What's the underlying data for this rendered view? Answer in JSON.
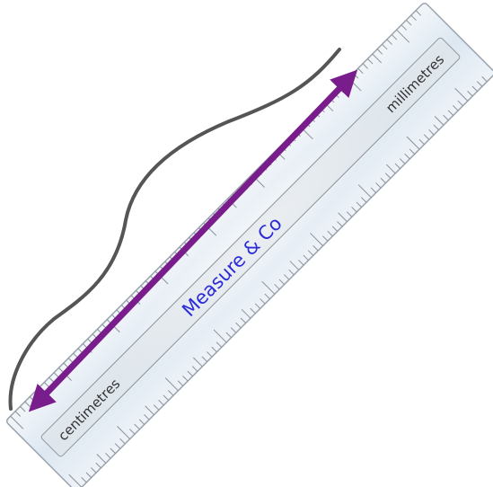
{
  "ruler": {
    "brand": "Measure & Co",
    "left_unit": "centimetres",
    "right_unit": "millimetres"
  },
  "colors": {
    "arrow": "#7a1d8c",
    "brand_text": "#2a2ad8",
    "curve": "#555555",
    "ruler_body": "#e4ecf4",
    "ruler_edge": "#9aa4ad",
    "unit_text": "#333333"
  },
  "icons": {
    "arrow": "double-headed-arrow-icon",
    "curve": "wavy-line-icon"
  }
}
